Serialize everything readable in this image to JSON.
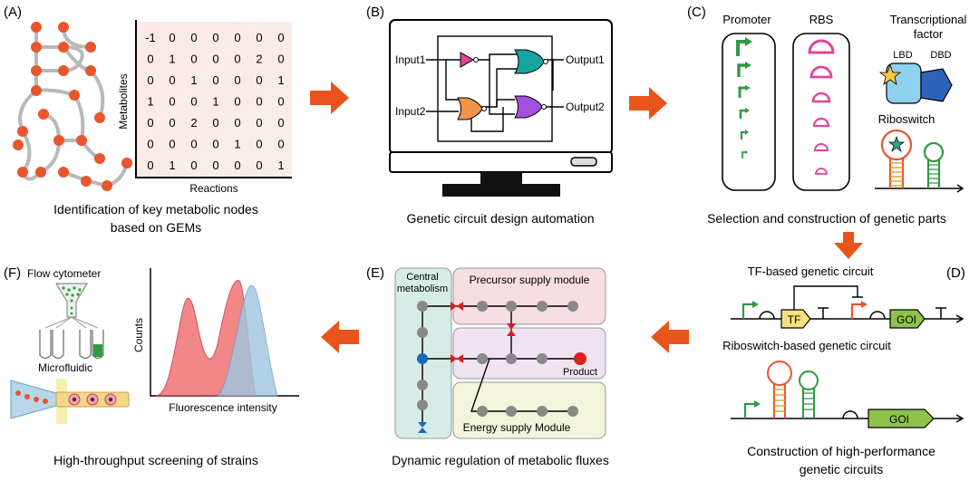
{
  "panels": {
    "A": {
      "tag": "(A)",
      "caption_line1": "Identification of key metabolic nodes",
      "caption_line2": "based on GEMs",
      "ylabel": "Metabolites",
      "xlabel": "Reactions",
      "matrix": [
        [
          "-1",
          "0",
          "0",
          "0",
          "0",
          "0",
          "0"
        ],
        [
          "0",
          "1",
          "0",
          "0",
          "0",
          "2",
          "0"
        ],
        [
          "0",
          "0",
          "1",
          "0",
          "0",
          "0",
          "1"
        ],
        [
          "1",
          "0",
          "0",
          "1",
          "0",
          "0",
          "0"
        ],
        [
          "0",
          "0",
          "2",
          "0",
          "0",
          "0",
          "0"
        ],
        [
          "0",
          "0",
          "0",
          "0",
          "1",
          "0",
          "0"
        ],
        [
          "0",
          "1",
          "0",
          "0",
          "0",
          "0",
          "1"
        ]
      ]
    },
    "B": {
      "tag": "(B)",
      "caption": "Genetic circuit design automation",
      "input1": "Input1",
      "input2": "Input2",
      "output1": "Output1",
      "output2": "Output2"
    },
    "C": {
      "tag": "(C)",
      "caption": "Selection and construction of genetic parts",
      "promoter": "Promoter",
      "rbs": "RBS",
      "tf_line1": "Transcriptional",
      "tf_line2": "factor",
      "lbd": "LBD",
      "dbd": "DBD",
      "riboswitch": "Riboswitch"
    },
    "D": {
      "tag": "(D)",
      "tf_title": "TF-based genetic circuit",
      "tf_box": "TF",
      "goi1": "GOI",
      "ribo_title": "Riboswitch-based genetic circuit",
      "goi2": "GOI",
      "caption_line1": "Construction of high-performance",
      "caption_line2": "genetic circuits"
    },
    "E": {
      "tag": "(E)",
      "central_line1": "Central",
      "central_line2": "metabolism",
      "precursor": "Precursor supply module",
      "product": "Product",
      "energy": "Energy supply Module",
      "caption": "Dynamic regulation of metabolic fluxes"
    },
    "F": {
      "tag": "(F)",
      "flow": "Flow cytometer",
      "micro": "Microfluidic",
      "ylabel": "Counts",
      "xlabel": "Fluorescence intensity",
      "caption": "High-throughput screening of strains"
    }
  },
  "colors": {
    "arrow": "#e8541c",
    "node": "#e8552f",
    "green": "#2e9b45",
    "pink": "#e0449a"
  }
}
